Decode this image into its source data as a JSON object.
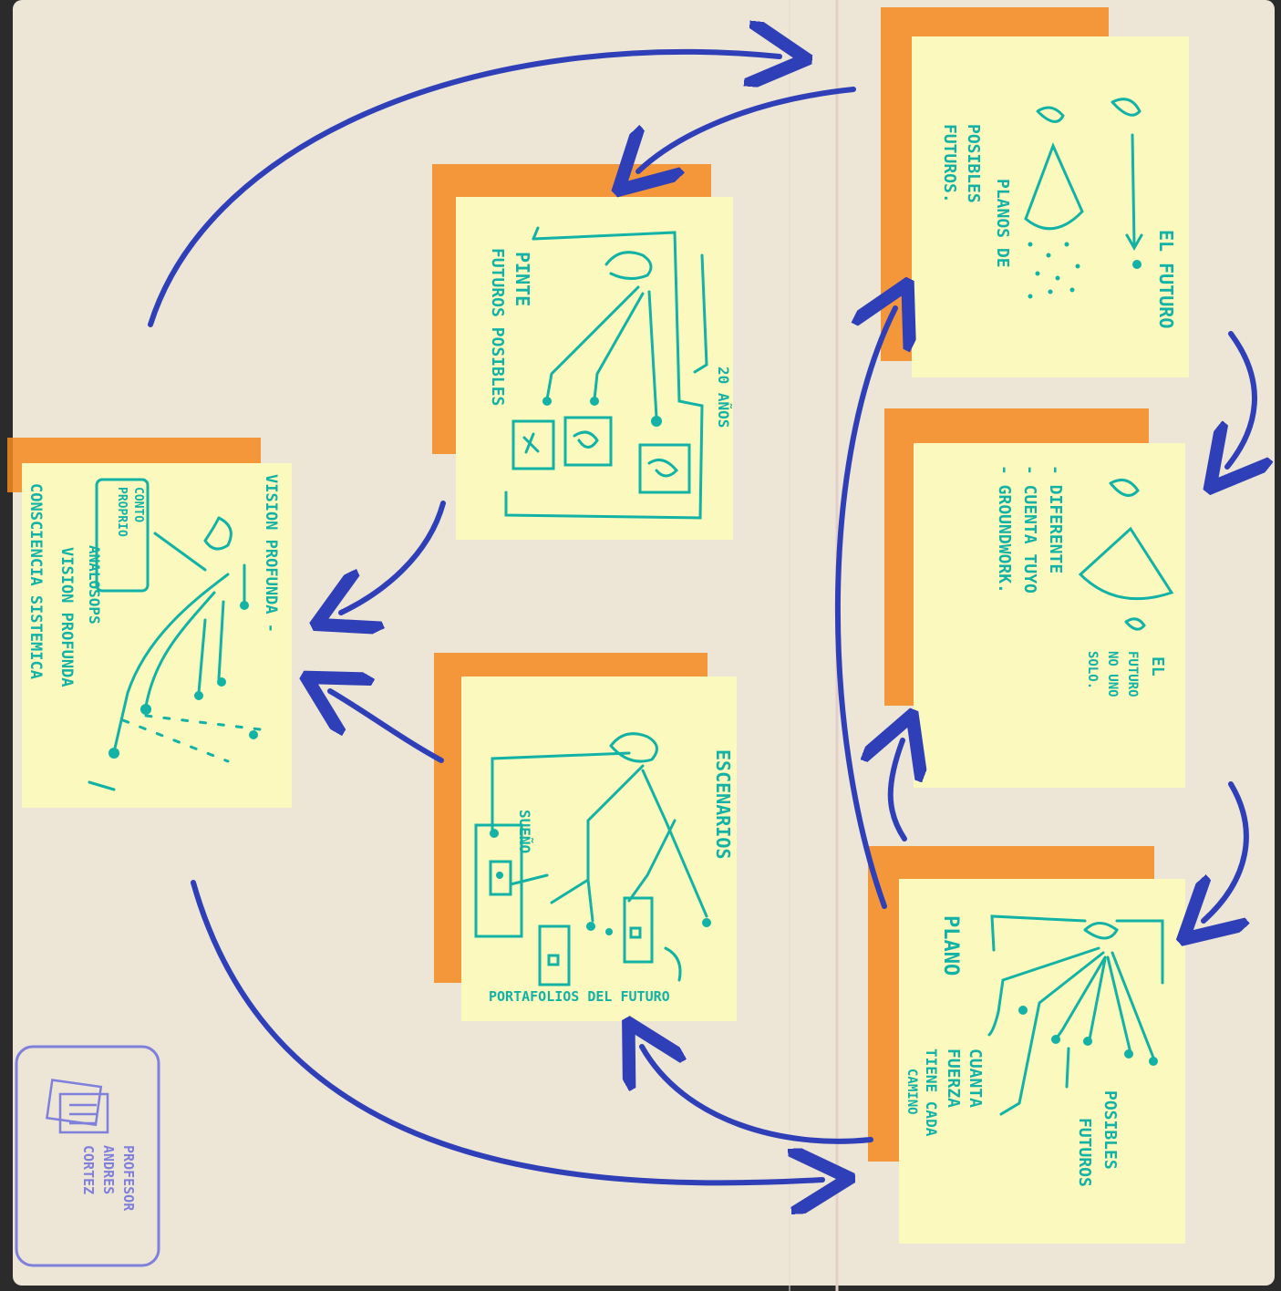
{
  "notes": {
    "vision": {
      "lines": [
        "VISION PROFUNDA -",
        "CONSCIENCIA SISTEMICA"
      ],
      "mid_text": "VISION PROFUNDA",
      "box_label": [
        "CONTO",
        "PROPRIO"
      ],
      "scan_text": "ANALOSOPS"
    },
    "pinte": {
      "lines": [
        "PINTE",
        "FUTUROS POSIBLES"
      ],
      "side_label": "20 AÑOS"
    },
    "portafolios": {
      "title": "ESCENARIOS",
      "left_label": "SUEÑO",
      "bottom": "PORTAFOLIOS DEL FUTURO"
    },
    "futuro": {
      "title": "EL FUTURO",
      "lines": [
        "PLANOS DE",
        "POSIBLES",
        "FUTUROS."
      ]
    },
    "futuro_no_solo": {
      "title": [
        "EL",
        "FUTURO",
        "NO UNO",
        "SOLO."
      ],
      "bullets": [
        "- DIFERENTE",
        "- CUENTA TUYO",
        "- GROUNDWORK."
      ]
    },
    "plano": {
      "title": "PLANO",
      "lines": [
        "CUANTA",
        "FUERZA",
        "TIENE CADA",
        "CAMINO"
      ],
      "right": [
        "POSIBLES",
        "FUTUROS"
      ]
    }
  },
  "stamp": [
    "PROFESOR",
    "ANDRES",
    "CORTEZ"
  ],
  "colors": {
    "paper": "#ede5d6",
    "note": "#fbf9be",
    "tape": "#f5891f",
    "arrow": "#2f3fb8",
    "ink": "#12b3a6",
    "stamp": "#7f7fdc"
  }
}
